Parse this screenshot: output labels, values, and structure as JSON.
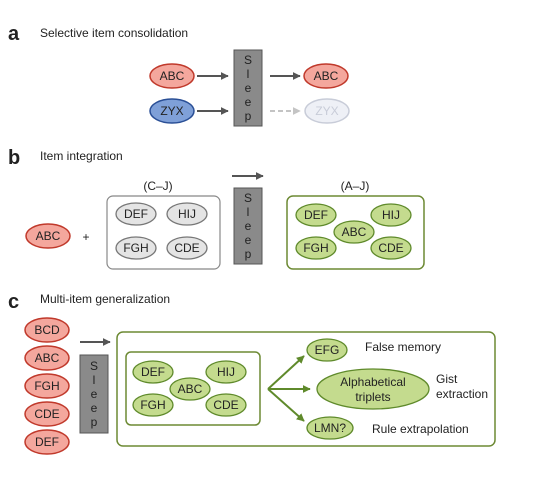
{
  "colors": {
    "red_fill": "#f4a79d",
    "red_stroke": "#c0392b",
    "blue_fill": "#7fa0d8",
    "blue_stroke": "#2a4f96",
    "gray_fill": "#e4e4e4",
    "gray_stroke": "#777777",
    "faded_fill": "#eef0f6",
    "faded_stroke": "#c8ccd8",
    "green_fill": "#c4db8e",
    "green_stroke": "#5f8a2b",
    "box_stroke_gray": "#888888",
    "box_stroke_green": "#6d8a34",
    "sleep_fill": "#8a8a8a",
    "arrow": "#555555"
  },
  "panel_a": {
    "letter": "a",
    "title": "Selective item consolidation",
    "input_red": "ABC",
    "input_blue": "ZYX",
    "sleep_letters": [
      "S",
      "l",
      "e",
      "e",
      "p"
    ],
    "output_red": "ABC",
    "output_faded": "ZYX"
  },
  "panel_b": {
    "letter": "b",
    "title": "Item integration",
    "input": "ABC",
    "plus": "+",
    "left_box_label": "(C–J)",
    "left_items": [
      "DEF",
      "HIJ",
      "FGH",
      "CDE"
    ],
    "sleep_letters": [
      "S",
      "l",
      "e",
      "e",
      "p"
    ],
    "right_box_label": "(A–J)",
    "right_items": [
      "DEF",
      "HIJ",
      "ABC",
      "FGH",
      "CDE"
    ]
  },
  "panel_c": {
    "letter": "c",
    "title": "Multi-item generalization",
    "stack": [
      "BCD",
      "ABC",
      "FGH",
      "CDE",
      "DEF"
    ],
    "sleep_letters": [
      "S",
      "l",
      "e",
      "e",
      "p"
    ],
    "inner_items": [
      "DEF",
      "HIJ",
      "ABC",
      "FGH",
      "CDE"
    ],
    "out_efg": "EFG",
    "out_false_memory": "False memory",
    "out_triplets_line1": "Alphabetical",
    "out_triplets_line2": "triplets",
    "out_gist_line1": "Gist",
    "out_gist_line2": "extraction",
    "out_lmn": "LMN?",
    "out_rule": "Rule extrapolation"
  }
}
